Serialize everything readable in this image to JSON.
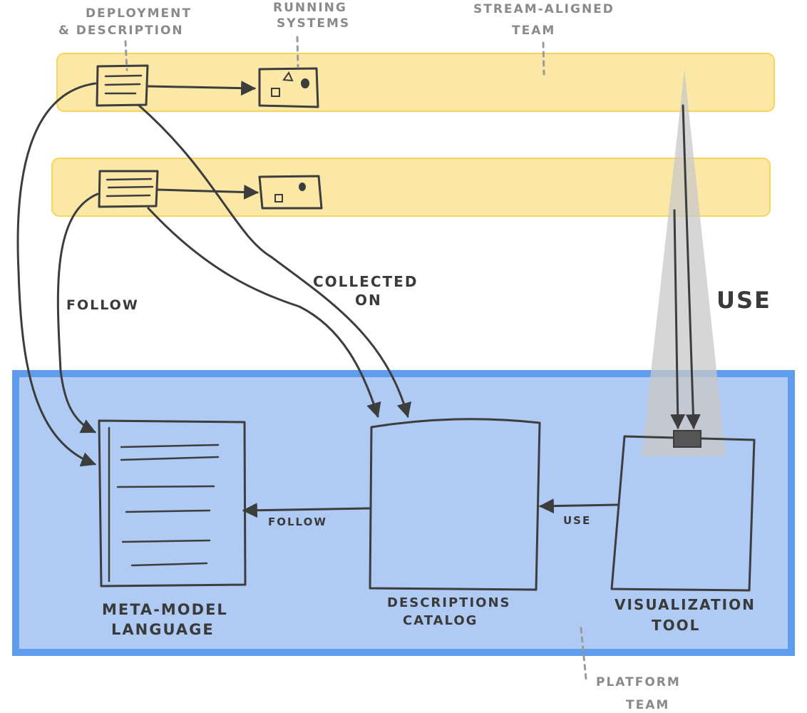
{
  "annotations": {
    "deployment_line1": "DEPLOYMENT",
    "deployment_line2": "& DESCRIPTION",
    "running_line1": "RUNNING",
    "running_line2": "SYSTEMS",
    "stream_line1": "STREAM-ALIGNED",
    "stream_line2": "TEAM",
    "platform_line1": "PLATFORM",
    "platform_line2": "TEAM"
  },
  "edges": {
    "follow_left": "FOLLOW",
    "collected_line1": "COLLECTED",
    "collected_line2": "ON",
    "use_big": "USE",
    "follow_bottom": "FOLLOW",
    "use_small": "USE"
  },
  "components": {
    "metamodel_line1": "META-MODEL",
    "metamodel_line2": "LANGUAGE",
    "catalog_line1": "DESCRIPTIONS",
    "catalog_line2": "CATALOG",
    "vis_line1": "VISUALIZATION",
    "vis_line2": "TOOL"
  },
  "colors": {
    "stream_team_fill": "#fbe8a6",
    "stream_team_border": "#f7d55a",
    "platform_team_fill": "#afcaf3",
    "platform_team_border": "#5f9cec",
    "ink": "#3d3d3d",
    "annotation": "#8a8a8a",
    "use_cone": "#c8c8c8"
  }
}
